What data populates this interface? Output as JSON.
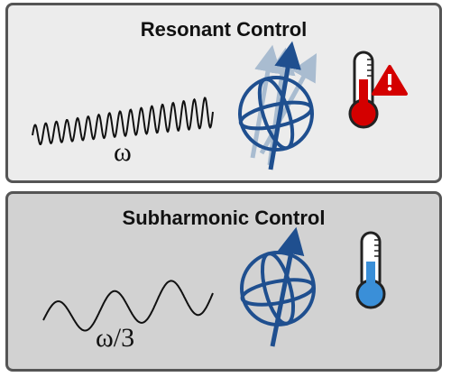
{
  "panels": [
    {
      "title": "Resonant Control",
      "drive_label": "ω",
      "thermometer_level": 0.55,
      "warning": true,
      "colors": {
        "panel_bg": "#ececec",
        "thermometer": "#d40000",
        "warning": "#d40000"
      }
    },
    {
      "title": "Subharmonic Control",
      "drive_label": "ω/3",
      "thermometer_level": 0.55,
      "warning": false,
      "colors": {
        "panel_bg": "#d2d2d2",
        "thermometer": "#3a8fd8"
      }
    }
  ],
  "icons": {
    "bloch_sphere": "bloch-sphere-icon",
    "thermometer": "thermometer-icon",
    "warning": "warning-triangle-icon"
  },
  "colors": {
    "sphere": "#1f4f8f",
    "ghost_arrow": "#a9bcd0",
    "border": "#555555",
    "wave": "#111111"
  }
}
